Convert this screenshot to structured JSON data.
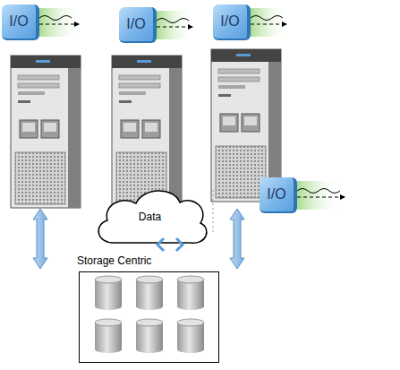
{
  "diagram": {
    "nodes": [
      {
        "text": [
          "I/O"
        ]
      },
      {
        "text": [
          "I/O"
        ]
      },
      {
        "text": [
          "I/O"
        ]
      },
      {
        "text": [
          "Data"
        ]
      },
      {
        "text": [
          "I/O"
        ]
      },
      {
        "text": [
          "Storage Centric"
        ]
      }
    ]
  }
}
